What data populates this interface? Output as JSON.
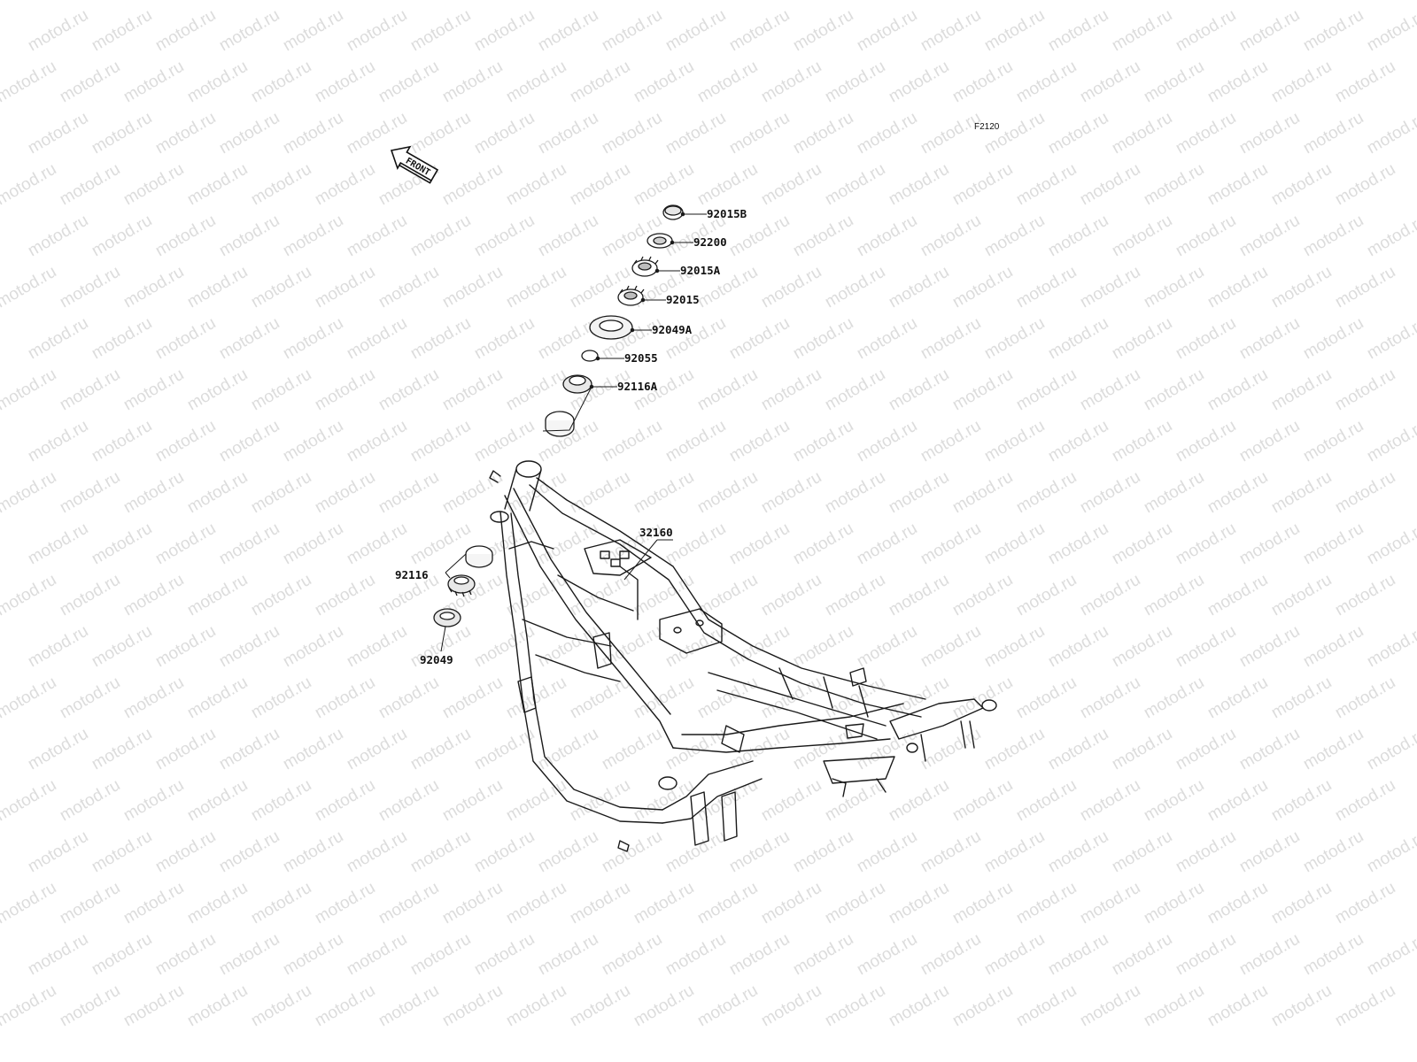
{
  "watermark": "motod.ru",
  "diagram_code": "F2120",
  "direction_arrow": "FRONT",
  "parts": [
    {
      "id": "p-92015B",
      "label": "92015B"
    },
    {
      "id": "p-92200",
      "label": "92200"
    },
    {
      "id": "p-92015A",
      "label": "92015A"
    },
    {
      "id": "p-92015",
      "label": "92015"
    },
    {
      "id": "p-92049A",
      "label": "92049A"
    },
    {
      "id": "p-92055",
      "label": "92055"
    },
    {
      "id": "p-92116A",
      "label": "92116A"
    },
    {
      "id": "p-32160",
      "label": "32160"
    },
    {
      "id": "p-92116",
      "label": "92116"
    },
    {
      "id": "p-92049",
      "label": "92049"
    }
  ]
}
